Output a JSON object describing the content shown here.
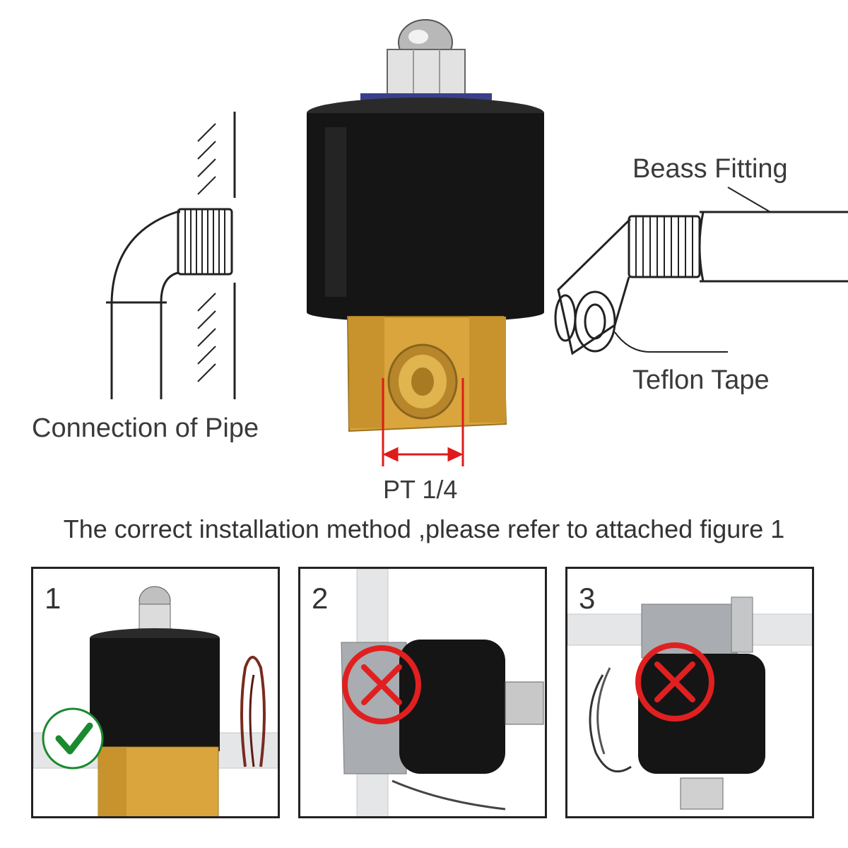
{
  "labels": {
    "connection": "Connection of Pipe",
    "fitting": "Beass Fitting",
    "teflon": "Teflon Tape",
    "size": "PT 1/4"
  },
  "instruction": "The correct installation method ,please refer to attached figure 1",
  "panels": [
    {
      "number": "1",
      "status": "correct",
      "status_icon": "check-icon"
    },
    {
      "number": "2",
      "status": "wrong",
      "status_icon": "cross-icon"
    },
    {
      "number": "3",
      "status": "wrong",
      "status_icon": "cross-icon"
    }
  ],
  "colors": {
    "check": "#1a8a2e",
    "cross": "#e02020",
    "brass": "#d9a53c",
    "coil": "#151515",
    "dimension": "#e01b1b"
  }
}
